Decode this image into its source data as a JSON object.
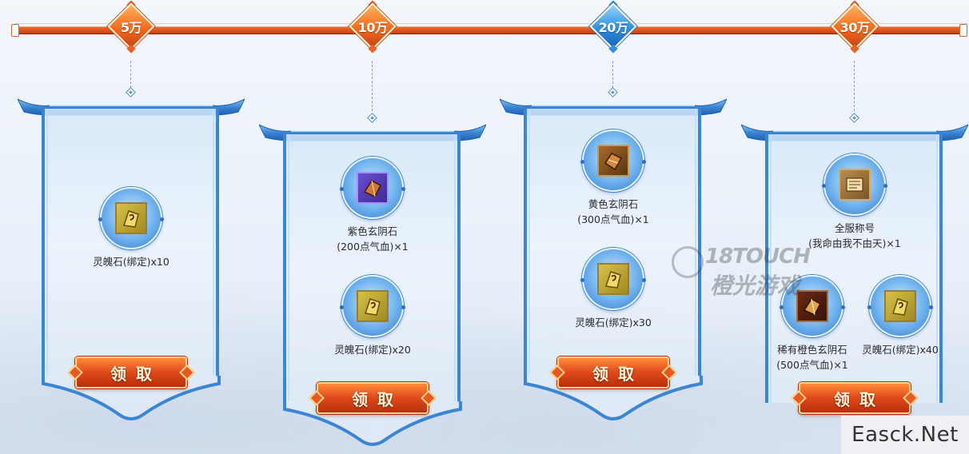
{
  "milestones": [
    {
      "label": "5万",
      "style": "orange"
    },
    {
      "label": "10万",
      "style": "orange"
    },
    {
      "label": "20万",
      "style": "blue"
    },
    {
      "label": "30万",
      "style": "orange"
    }
  ],
  "cards": [
    {
      "rewards": [
        {
          "name": "灵魄石(绑定)x10",
          "icon": "soul-stone-icon"
        }
      ],
      "claim_label": "领取"
    },
    {
      "rewards": [
        {
          "name": "紫色玄阴石",
          "name2": "(200点气血)×1",
          "icon": "purple-xuanyin-stone-icon"
        },
        {
          "name": "灵魄石(绑定)x20",
          "icon": "soul-stone-icon"
        }
      ],
      "claim_label": "领取"
    },
    {
      "rewards": [
        {
          "name": "黄色玄阴石",
          "name2": "(300点气血)×1",
          "icon": "yellow-xuanyin-stone-icon"
        },
        {
          "name": "灵魄石(绑定)x30",
          "icon": "soul-stone-icon"
        }
      ],
      "claim_label": "领取"
    },
    {
      "rewards": [
        {
          "name": "全服称号",
          "name2": "(我命由我不由天)×1",
          "icon": "title-scroll-icon"
        },
        {
          "name": "稀有橙色玄阴石",
          "name2": "(500点气血)×1",
          "icon": "orange-xuanyin-stone-icon"
        },
        {
          "name": "灵魄石(绑定)x40",
          "icon": "soul-stone-icon"
        }
      ],
      "claim_label": "领取"
    }
  ],
  "watermarks": {
    "touch_logo_line1": "18TOUCH",
    "touch_logo_line2": "橙光游戏",
    "easck": "Easck.Net"
  },
  "colors": {
    "track": "#d84a18",
    "milestone_orange": "#f36b1f",
    "milestone_blue": "#2f8fe0",
    "card_border": "#3a86d4",
    "button": "#e0491a"
  }
}
